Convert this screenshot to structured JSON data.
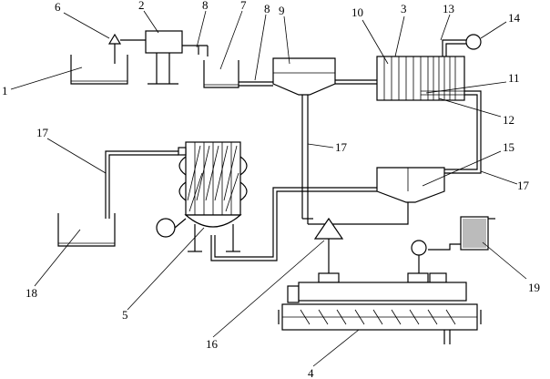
{
  "labels": {
    "l1": "1",
    "l2": "2",
    "l3": "3",
    "l4": "4",
    "l5": "5",
    "l6": "6",
    "l7": "7",
    "l8a": "8",
    "l8b": "8",
    "l9": "9",
    "l10": "10",
    "l11": "11",
    "l12": "12",
    "l13": "13",
    "l14": "14",
    "l15": "15",
    "l16": "16",
    "l17a": "17",
    "l17b": "17",
    "l17c": "17",
    "l18": "18",
    "l19": "19"
  }
}
